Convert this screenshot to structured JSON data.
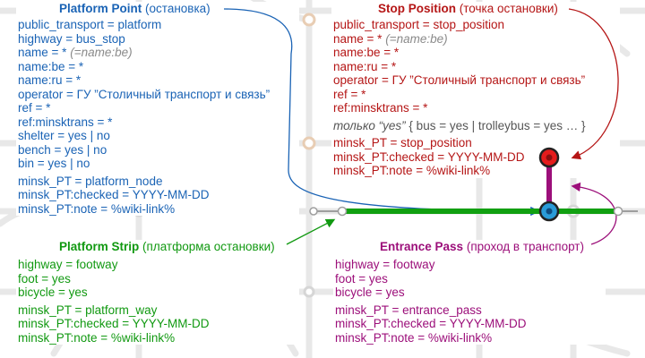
{
  "colors": {
    "platform_point": "#1a63b5",
    "stop_position": "#b51616",
    "platform_strip": "#119911",
    "entrance_pass": "#9c0f7a",
    "network_lines": "#e6e6e6"
  },
  "platform_point": {
    "title": "Platform Point",
    "subtitle": "(остановка)",
    "tags": [
      "public_transport = platform",
      "highway = bus_stop",
      "name = *",
      "name:be = *",
      "name:ru = *",
      "operator = ГУ ”Столичный транспорт и связь”",
      "ref = *",
      "ref:minsktrans = *",
      "shelter = yes | no",
      "bench = yes | no",
      "bin = yes | no",
      "minsk_PT = platform_node",
      "minsk_PT:checked = YYYY-MM-DD",
      "minsk_PT:note = %wiki-link%"
    ],
    "name_hint": "(=name:be)"
  },
  "stop_position": {
    "title": "Stop Position",
    "subtitle": "(точка остановки)",
    "tags": [
      "public_transport = stop_position",
      "name = *",
      "name:be = *",
      "name:ru = *",
      "operator = ГУ ”Столичный транспорт и связь”",
      "ref = *",
      "ref:minsktrans = *"
    ],
    "name_hint": "(=name:be)",
    "only_yes_prefix": "только “yes”",
    "only_yes_values": "{ bus = yes | trolleybus = yes …  }",
    "minsk_tags": [
      "minsk_PT = stop_position",
      "minsk_PT:checked = YYYY-MM-DD",
      "minsk_PT:note = %wiki-link%"
    ]
  },
  "platform_strip": {
    "title": "Platform Strip",
    "subtitle": "(платформа остановки)",
    "tags": [
      "highway = footway",
      "foot = yes",
      "bicycle = yes",
      "minsk_PT = platform_way",
      "minsk_PT:checked = YYYY-MM-DD",
      "minsk_PT:note = %wiki-link%"
    ]
  },
  "entrance_pass": {
    "title": "Entrance Pass",
    "subtitle": "(проход в транспорт)",
    "tags": [
      "highway = footway",
      "foot = yes",
      "bicycle = yes",
      "minsk_PT = entrance_pass",
      "minsk_PT:checked = YYYY-MM-DD",
      "minsk_PT:note = %wiki-link%"
    ]
  }
}
